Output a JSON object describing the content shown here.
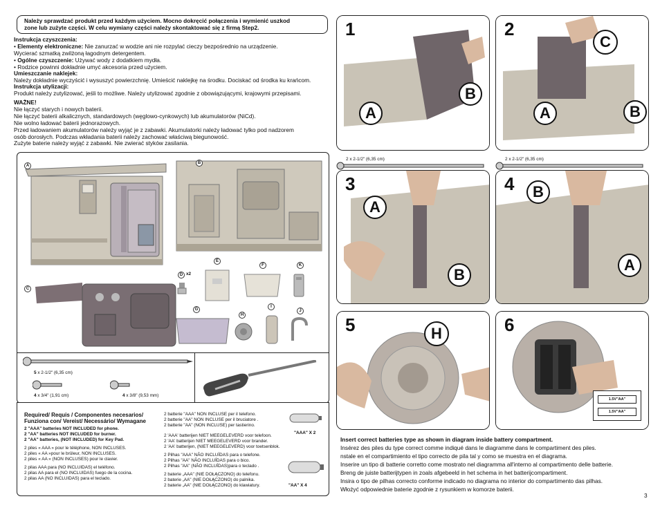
{
  "warning": {
    "line1": "Należy sprawdzać produkt przed każdym użyciem. Mocno dokręcić połączenia i wymienić uszkod",
    "line2": "zone lub zużyte części. W celu wymiany części należy skontaktować się z firmą Step2."
  },
  "care": {
    "h1": "Instrukcja czyszczenia:",
    "b1_bold": "Elementy elektroniczne:",
    "b1_text": " Nie zanurzać w wodzie ani nie rozpylać cieczy bezpośrednio na urządzenie.",
    "b1_line2": "Wycierać szmatką zwilżoną łagodnym detergentem.",
    "b2_bold": "Ogólne czyszczenie:",
    "b2_text": " Używać wody z dodatkiem mydła.",
    "b3": "Rodzice powinni dokładnie umyć akcesoria przed użyciem.",
    "h2": "Umieszczanie naklejek:",
    "p2": "Należy dokładnie wyczyścić i wysuszyć powierzchnię. Umieścić naklejkę na środku. Dociskać od środka ku krańcom.",
    "h3": "Instrukcja utylizacji:",
    "p3": "Produkt należy zutylizować, jeśli to możliwe.  Należy utylizować zgodnie z obowiązującymi, krajowymi przepisami.",
    "h4": "WAŻNE!",
    "p4_1": "Nie łączyć starych i nowych baterii.",
    "p4_2": "Nie łączyć baterii alkalicznych, standardowych (węglowo-cynkowych) lub akumulatorów (NiCd).",
    "p4_3": "Nie wolno ładować baterii jednorazowych.",
    "p4_4": "Przed ładowaniem akumulatorów należy wyjąć je z zabawki. Akumulatorki należy ładować tylko pod nadzorem",
    "p4_5": "osób dorosłych. Podczas wkładania baterii należy zachować właściwą biegunowość.",
    "p4_6": "Zużyte baterie należy wyjąć z zabawki. Nie zwierać styków zasilania."
  },
  "parts": {
    "labels": {
      "a": "A",
      "b": "B",
      "c": "C",
      "d": "D",
      "e": "E",
      "f": "F",
      "g": "G",
      "h": "H",
      "i": "I",
      "j": "J",
      "k": "K"
    },
    "d_qty": "x2",
    "screw1_qty": "5",
    "screw1_size": " x 2-1/2\" (6,35 cm)",
    "screw2_qty": "4",
    "screw2_size": " x 3/4\" (1,91 cm)",
    "screw3_qty": "4",
    "screw3_size": " x 3/8\" (9,53 mm)"
  },
  "required": {
    "h1": "Required/ Requis / Componentes necesarios/",
    "h2": "Funziona con/ Vereist/ Necessário/ Wymagane",
    "en1": "2 \"AAA\" batteries NOT INCLUDED for phone.",
    "en2": "2 \"AA\" batteries NOT INCLUDED for burner.",
    "en3": "2 \"AA\" batteries, (NOT INCLUDED) for Key Pad.",
    "fr1": "2 piles « AAA » pour le téléphone, NON INCLUSES.",
    "fr2": "2 piles « AA »pour le brûleur, NON INCLUSES.",
    "fr3": "2 piles « AA » (NON INCLUSES) pour le clavier.",
    "es1": "2 pilas AAA para (NO INCLUIDAS) el teléfono.",
    "es2": "2 pilas AA para el (NO INCLUIDAS) fuego de la cocina.",
    "es3": "2 pilas AA (NO INCLUIDAS) para el teclado.",
    "it1": "2 batterie \"AAA\" NON INCLUSE per il telefono.",
    "it2": "2 batterie \"AA\" NON INCLUSE per il bruciatore .",
    "it3": "2 batterie \"AA\" (NON INCLUSE) per tastierino.",
    "nl1": "2 'AAA' batterijen NIET MEEGELEVERD voor telefoon.",
    "nl2": "2 'AA' batterijen NIET MEEGELEVERD voor brander.",
    "nl3": "2 'AA' batterijen, (NIET MEEGELEVERD) voor toetsenblok.",
    "pt1": "2 Pilhas \"AAA\" NÃO INCLUÍDAS para o telefone.",
    "pt2": "2 Pilhas \"AA\" NÃO INCLUÍDAS para o bico.",
    "pt3": "2 Pilhas \"AA\" (NÃO INCLUÍDAS)para o teclado .",
    "pl1": "2 baterie „AAA\" (NIE DOŁĄCZONO) do telefonu.",
    "pl2": "2 baterie „AA\" (NIE DOŁĄCZONO) do palnika.",
    "pl3": "2 baterie „AA\" (NIE DOŁĄCZONO) do klawiatury.",
    "aaa_label": "\"AAA\" X 2",
    "aa_label": "\"AA\" X 4"
  },
  "steps": {
    "s1": "1",
    "s2": "2",
    "s3": "3",
    "s4": "4",
    "s5": "5",
    "s6": "6",
    "ruler3": "2 x 2-1/2\" (6,35 cm)",
    "ruler4": "2 x 2-1/2\" (6,35 cm)",
    "call_a": "A",
    "call_b": "B",
    "call_c": "C",
    "call_h": "H",
    "batt1": "1.5V\"AA\"",
    "batt2": "1.5V\"AA\""
  },
  "battery_instructions": {
    "en": "Insert correct batteries type as shown in diagram inside battery compartment.",
    "fr": "Insérez des piles du type correct comme indiqué dans le diagramme dans le compartiment des piles.",
    "es": "nstale en el compartimiento el tipo correcto de pila tal y como se muestra en el diagrama.",
    "it": "Inserire un tipo di batterie corretto come mostrato nel diagramma all'interno al compartimento delle batterie.",
    "nl": "Breng de juiste batterijtypen in zoals afgebeeld in het schema in het batterijcompartiment.",
    "pt": "Insira o tipo de pilhas correcto conforme indicado no diagrama no interior do compartimento das pilhas.",
    "pl": "Włożyć odpowiednie baterie zgodnie z rysunkiem w komorze baterii."
  },
  "page_number": "3"
}
